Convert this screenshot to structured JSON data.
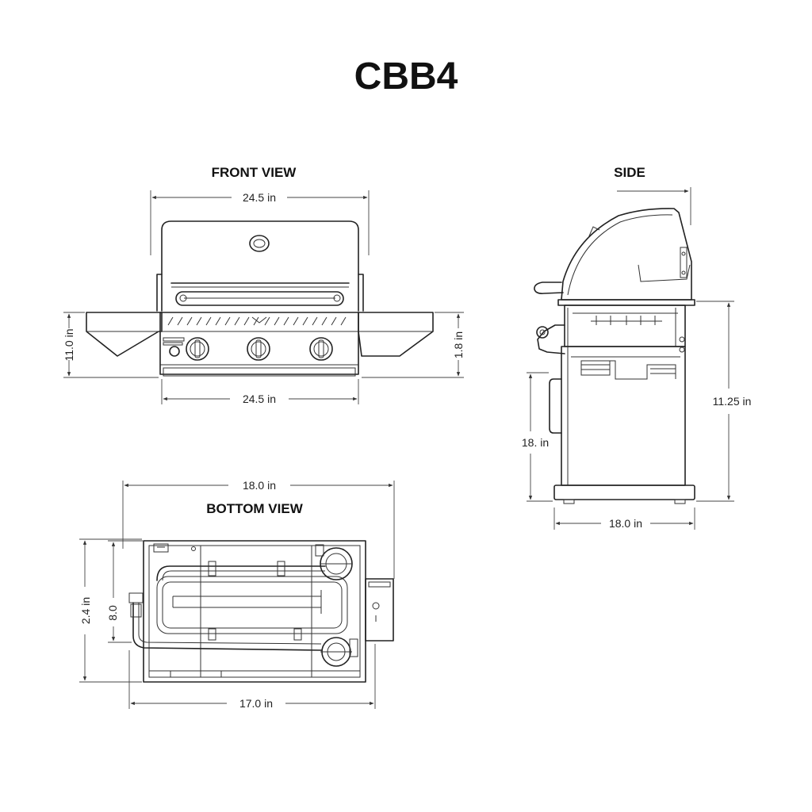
{
  "title": "CBB4",
  "views": {
    "front": {
      "label": "FRONT VIEW",
      "dim_top": "24.5 in",
      "dim_bottom": "24.5 in",
      "dim_left": "11.0 in",
      "dim_right": "1.8 in"
    },
    "side": {
      "label": "SIDE",
      "dim_right": "11.25 in",
      "dim_left": "18. in",
      "dim_bottom": "18.0 in"
    },
    "bottom": {
      "label": "BOTTOM VIEW",
      "dim_top": "18.0 in",
      "dim_left_outer": "2.4 in",
      "dim_left_inner": "8.0",
      "dim_bottom": "17.0 in"
    }
  }
}
